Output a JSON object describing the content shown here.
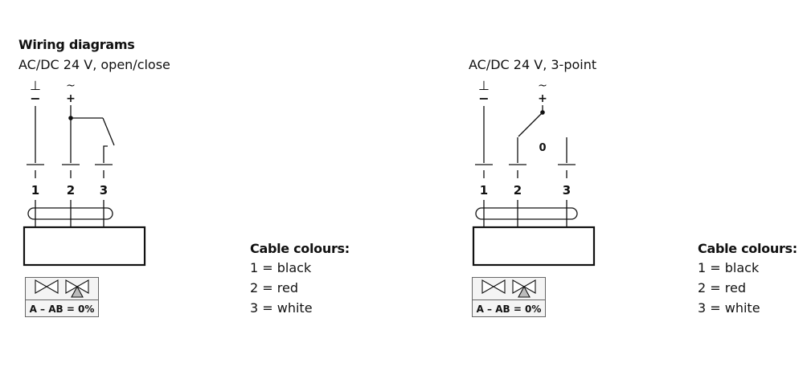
{
  "section_title": "Wiring diagrams",
  "diagram_left": {
    "title": "AC/DC 24 V, open/close",
    "terminal_symbols": {
      "ground": "⊥",
      "minus": "−",
      "tilde": "~",
      "plus": "+"
    },
    "terminals": [
      "1",
      "2",
      "3"
    ],
    "valve_label": "A – AB = 0%"
  },
  "diagram_right": {
    "title": "AC/DC 24 V, 3-point",
    "terminal_symbols": {
      "ground": "⊥",
      "minus": "−",
      "tilde": "~",
      "plus": "+"
    },
    "switch_position": "0",
    "terminals": [
      "1",
      "2",
      "3"
    ],
    "valve_label": "A – AB = 0%"
  },
  "legend_left": {
    "title": "Cable colours:",
    "items": [
      "1 = black",
      "2 = red",
      "3 = white"
    ]
  },
  "legend_right": {
    "title": "Cable colours:",
    "items": [
      "1 = black",
      "2 = red",
      "3 = white"
    ]
  }
}
